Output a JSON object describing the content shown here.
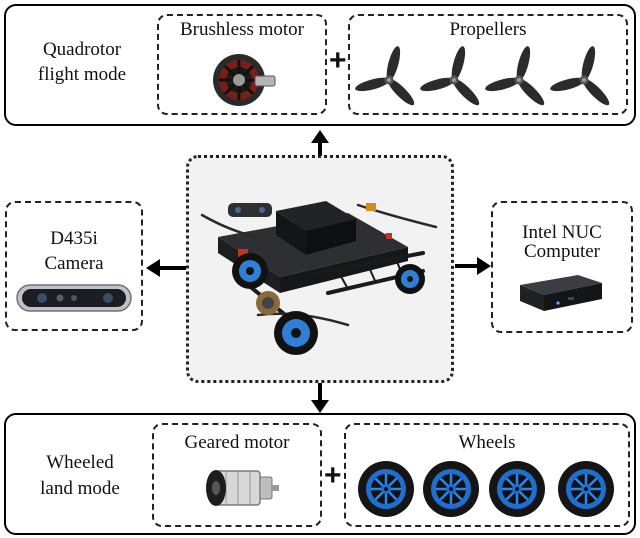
{
  "flight": {
    "mode_line1": "Quadrotor",
    "mode_line2": "flight mode",
    "motor_label": "Brushless motor",
    "prop_label": "Propellers",
    "plus": "+"
  },
  "camera": {
    "line1": "D435i",
    "line2": "Camera"
  },
  "computer": {
    "line1": "Intel NUC",
    "line2": "Computer"
  },
  "land": {
    "mode_line1": "Wheeled",
    "mode_line2": "land mode",
    "motor_label": "Geared motor",
    "wheel_label": "Wheels",
    "plus": "+"
  }
}
